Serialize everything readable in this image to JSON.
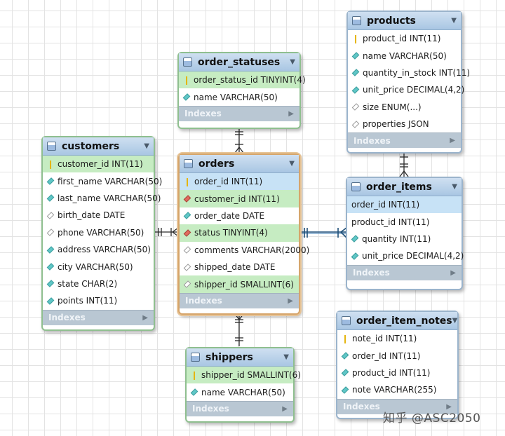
{
  "tables": {
    "order_statuses": {
      "title": "order_statuses",
      "columns": [
        {
          "text": "order_status_id TINYINT(4)",
          "icon": "key"
        },
        {
          "text": "name VARCHAR(50)",
          "icon": "diamond"
        }
      ],
      "indexes_label": "Indexes"
    },
    "products": {
      "title": "products",
      "columns": [
        {
          "text": "product_id INT(11)",
          "icon": "key"
        },
        {
          "text": "name VARCHAR(50)",
          "icon": "diamond"
        },
        {
          "text": "quantity_in_stock INT(11)",
          "icon": "diamond"
        },
        {
          "text": "unit_price DECIMAL(4,2)",
          "icon": "diamond"
        },
        {
          "text": "size ENUM(...)",
          "icon": "diamond-empty"
        },
        {
          "text": "properties JSON",
          "icon": "diamond-empty"
        }
      ],
      "indexes_label": "Indexes"
    },
    "customers": {
      "title": "customers",
      "columns": [
        {
          "text": "customer_id INT(11)",
          "icon": "key"
        },
        {
          "text": "first_name VARCHAR(50)",
          "icon": "diamond"
        },
        {
          "text": "last_name VARCHAR(50)",
          "icon": "diamond"
        },
        {
          "text": "birth_date DATE",
          "icon": "diamond-empty"
        },
        {
          "text": "phone VARCHAR(50)",
          "icon": "diamond-empty"
        },
        {
          "text": "address VARCHAR(50)",
          "icon": "diamond"
        },
        {
          "text": "city VARCHAR(50)",
          "icon": "diamond"
        },
        {
          "text": "state CHAR(2)",
          "icon": "diamond"
        },
        {
          "text": "points INT(11)",
          "icon": "diamond"
        }
      ],
      "indexes_label": "Indexes"
    },
    "orders": {
      "title": "orders",
      "columns": [
        {
          "text": "order_id INT(11)",
          "icon": "key"
        },
        {
          "text": "customer_id INT(11)",
          "icon": "fk"
        },
        {
          "text": "order_date DATE",
          "icon": "diamond"
        },
        {
          "text": "status TINYINT(4)",
          "icon": "fk"
        },
        {
          "text": "comments VARCHAR(2000)",
          "icon": "diamond-empty"
        },
        {
          "text": "shipped_date DATE",
          "icon": "diamond-empty"
        },
        {
          "text": "shipper_id SMALLINT(6)",
          "icon": "diamond-empty"
        }
      ],
      "indexes_label": "Indexes"
    },
    "order_items": {
      "title": "order_items",
      "columns": [
        {
          "text": "order_id INT(11)",
          "icon": "none"
        },
        {
          "text": "product_id INT(11)",
          "icon": "none"
        },
        {
          "text": "quantity INT(11)",
          "icon": "diamond"
        },
        {
          "text": "unit_price DECIMAL(4,2)",
          "icon": "diamond"
        }
      ],
      "indexes_label": "Indexes"
    },
    "shippers": {
      "title": "shippers",
      "columns": [
        {
          "text": "shipper_id SMALLINT(6)",
          "icon": "key"
        },
        {
          "text": "name VARCHAR(50)",
          "icon": "diamond"
        }
      ],
      "indexes_label": "Indexes"
    },
    "order_item_notes": {
      "title": "order_item_notes",
      "columns": [
        {
          "text": "note_id INT(11)",
          "icon": "key"
        },
        {
          "text": "order_Id INT(11)",
          "icon": "diamond"
        },
        {
          "text": "product_id INT(11)",
          "icon": "diamond"
        },
        {
          "text": "note VARCHAR(255)",
          "icon": "diamond"
        }
      ],
      "indexes_label": "Indexes"
    }
  },
  "watermark": "知乎 @ASC2050",
  "colors": {
    "header": "#a9c6e3",
    "pk_row": "#c6ecc2",
    "selected_row": "#c7e2f6",
    "indexes_bar": "#b9c7d3",
    "relationship_line": "#1f4f78"
  }
}
